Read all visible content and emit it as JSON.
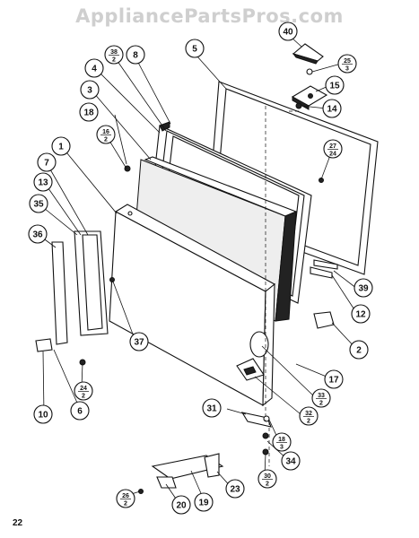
{
  "header": {
    "watermark": "AppliancePartsPros.com"
  },
  "footer": {
    "page_number": "22"
  },
  "callouts": [
    {
      "id": "c40",
      "label": "40",
      "name": "callout-40"
    },
    {
      "id": "c25",
      "label": "25",
      "sub": "3",
      "name": "callout-25-3"
    },
    {
      "id": "c15",
      "label": "15",
      "name": "callout-15"
    },
    {
      "id": "c14",
      "label": "14",
      "name": "callout-14"
    },
    {
      "id": "c5",
      "label": "5",
      "name": "callout-5"
    },
    {
      "id": "c38",
      "label": "38",
      "sub": "2",
      "name": "callout-38-2"
    },
    {
      "id": "c8a",
      "label": "8",
      "name": "callout-8-top"
    },
    {
      "id": "c4",
      "label": "4",
      "name": "callout-4"
    },
    {
      "id": "c3",
      "label": "3",
      "name": "callout-3"
    },
    {
      "id": "c18",
      "label": "18",
      "name": "callout-18"
    },
    {
      "id": "c16",
      "label": "16",
      "sub": "2",
      "name": "callout-16-2"
    },
    {
      "id": "c27",
      "label": "27",
      "sub": "24",
      "name": "callout-27-24"
    },
    {
      "id": "c1",
      "label": "1",
      "name": "callout-1"
    },
    {
      "id": "c7",
      "label": "7",
      "name": "callout-7"
    },
    {
      "id": "c13",
      "label": "13",
      "name": "callout-13"
    },
    {
      "id": "c35",
      "label": "35",
      "name": "callout-35"
    },
    {
      "id": "c36",
      "label": "36",
      "name": "callout-36"
    },
    {
      "id": "c39",
      "label": "39",
      "name": "callout-39"
    },
    {
      "id": "c12",
      "label": "12",
      "name": "callout-12"
    },
    {
      "id": "c37",
      "label": "37",
      "name": "callout-37"
    },
    {
      "id": "c2",
      "label": "2",
      "name": "callout-2"
    },
    {
      "id": "c17",
      "label": "17",
      "name": "callout-17"
    },
    {
      "id": "c33",
      "label": "33",
      "sub": "2",
      "name": "callout-33-2"
    },
    {
      "id": "c24",
      "label": "24",
      "sub": "2",
      "name": "callout-24-2"
    },
    {
      "id": "c10",
      "label": "10",
      "name": "callout-10"
    },
    {
      "id": "c6",
      "label": "6",
      "name": "callout-6-left"
    },
    {
      "id": "c32",
      "label": "32",
      "sub": "2",
      "name": "callout-32-2"
    },
    {
      "id": "c31",
      "label": "31",
      "name": "callout-31"
    },
    {
      "id": "c18b",
      "label": "18",
      "sub": "3",
      "name": "callout-18-3"
    },
    {
      "id": "c34",
      "label": "34",
      "name": "callout-34"
    },
    {
      "id": "c30",
      "label": "30",
      "sub": "2",
      "name": "callout-30-2"
    },
    {
      "id": "c23",
      "label": "23",
      "name": "callout-23"
    },
    {
      "id": "c26",
      "label": "26",
      "sub": "2",
      "name": "callout-26-2"
    },
    {
      "id": "c20",
      "label": "20",
      "name": "callout-20"
    },
    {
      "id": "c19",
      "label": "19",
      "name": "callout-19"
    }
  ]
}
